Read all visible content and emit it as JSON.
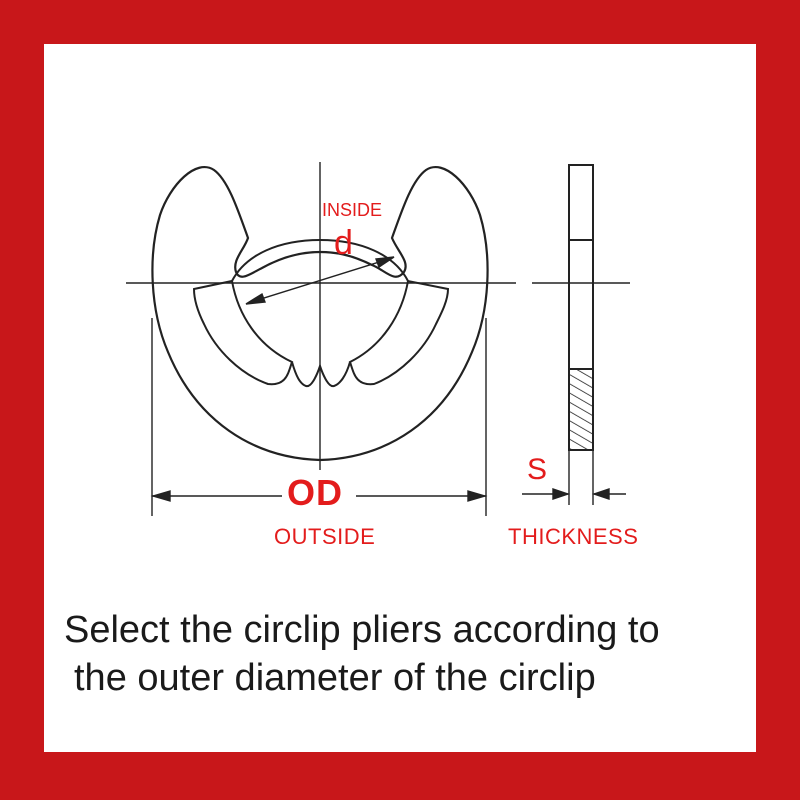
{
  "labels": {
    "inside": "INSIDE",
    "d": "d",
    "od": "OD",
    "outside": "OUTSIDE",
    "s": "S",
    "thickness": "THICKNESS"
  },
  "caption": {
    "line1": "Select the circlip pliers according to",
    "line2": "the outer diameter of the circlip"
  },
  "colors": {
    "frame": "#c8171a",
    "label_red": "#e31c1c",
    "ink": "#1a1a1a"
  }
}
